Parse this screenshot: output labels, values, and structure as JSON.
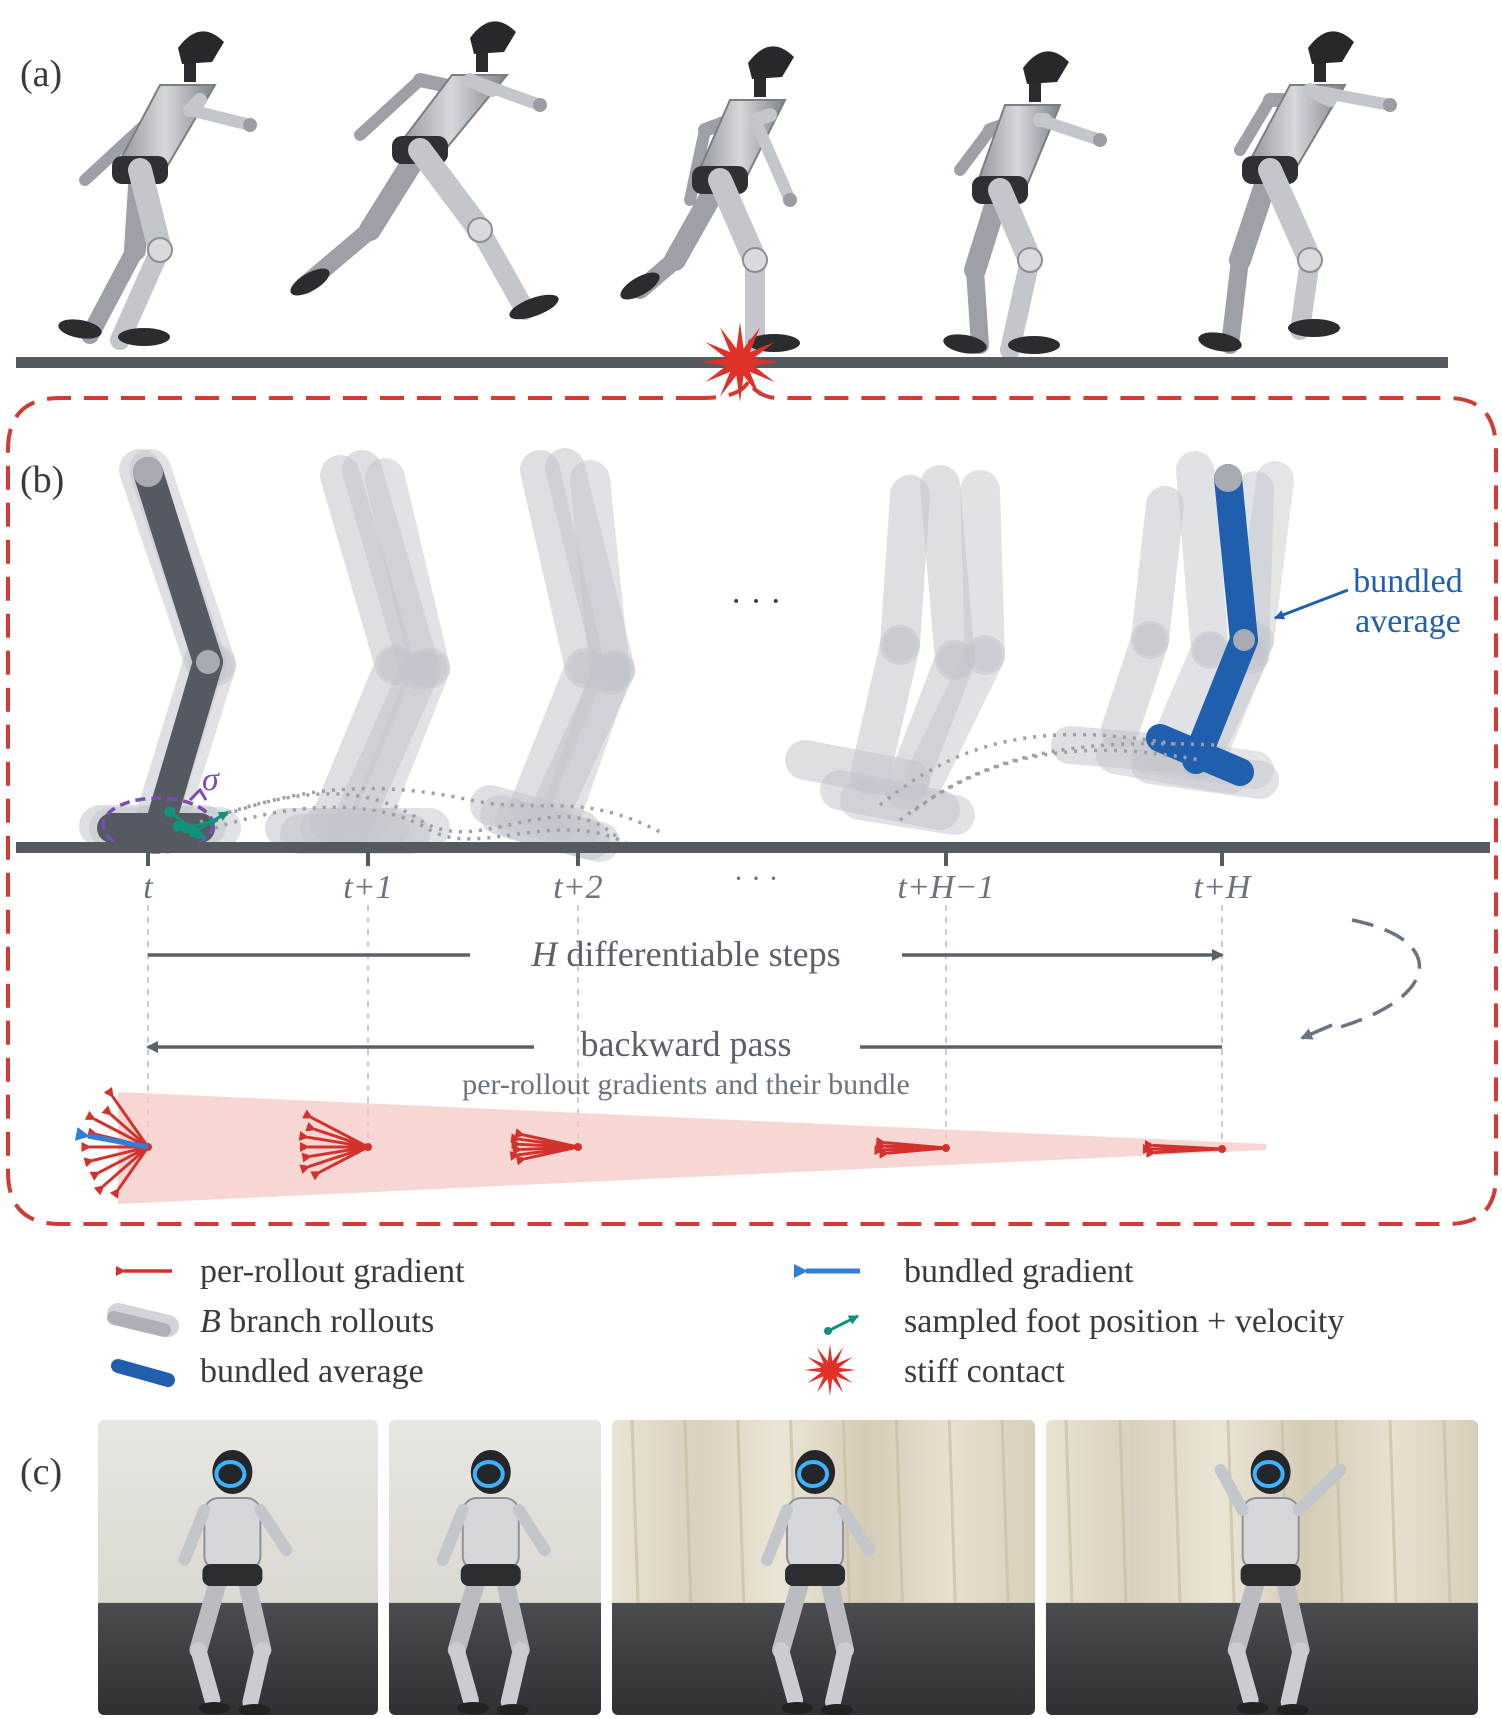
{
  "panels": {
    "a": "(a)",
    "b": "(b)",
    "c": "(c)"
  },
  "annotations": {
    "sigma": "σ",
    "dots_top": "· · ·",
    "dots_ticks": "· · ·",
    "bundled_average_line1": "bundled",
    "bundled_average_line2": "average",
    "forward_H": "H",
    "forward_rest": " differentiable steps",
    "backward_title": "backward pass",
    "backward_sub": "per-rollout gradients and their bundle"
  },
  "ticks": [
    "t",
    "t+1",
    "t+2",
    "t+H−1",
    "t+H"
  ],
  "legend": {
    "per_rollout": "per-rollout gradient",
    "branch_B": "B",
    "branch_rest": " branch rollouts",
    "bundled_avg": "bundled average",
    "bundled_grad": "bundled gradient",
    "sampled_foot": "sampled foot position + velocity",
    "stiff_contact": "stiff contact"
  },
  "colors": {
    "ground": "#555a60",
    "dashed_frame": "#d33a33",
    "bundle_blue": "#1f5fae",
    "gradient_red": "#d3322c",
    "bundled_gradient_blue": "#2f7fd6",
    "foot_teal": "#12927a",
    "sigma_purple": "#7b4db0",
    "ghost_gray": "#c7cad0",
    "text_gray": "#6b7280"
  }
}
